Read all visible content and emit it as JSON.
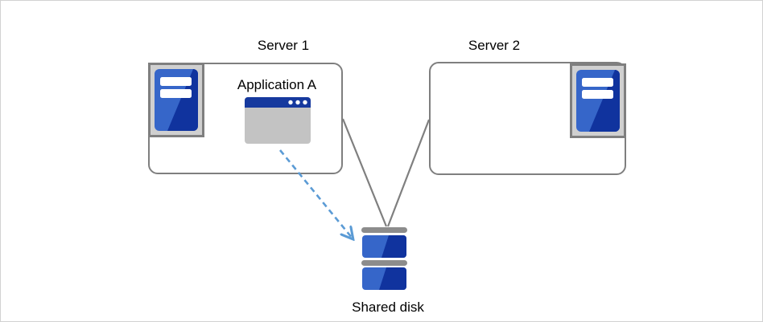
{
  "page": {
    "background": "#ffffff",
    "border_color": "#d2d2d2"
  },
  "diagram": {
    "server1": {
      "label": "Server 1",
      "application_label": "Application A"
    },
    "server2": {
      "label": "Server 2"
    },
    "shared_disk": {
      "label": "Shared disk"
    },
    "connections": [
      {
        "from": "server1-box",
        "to": "shared-disk-icon",
        "style": "solid-gray"
      },
      {
        "from": "server2-box",
        "to": "shared-disk-icon",
        "style": "solid-gray"
      },
      {
        "from": "app-window-icon",
        "to": "shared-disk-icon",
        "style": "dashed-blue-arrow"
      }
    ]
  },
  "icons": {
    "server1_tower": "server-tower-icon",
    "server2_tower": "server-tower-icon",
    "application_window": "app-window-icon",
    "shared_disk": "disk-stack-icon",
    "dashed_arrow": "dashed-arrow-icon"
  },
  "colors": {
    "box_border": "#7f7f7f",
    "connector_line": "#7f7f7f",
    "icon_frame_fill": "#d0d0d0",
    "icon_frame_border": "#7f7f7f",
    "blue_light": "#3666c9",
    "blue_dark": "#10339e",
    "window_titlebar": "#16399e",
    "window_body": "#c3c3c3",
    "disk_bar_gray": "#8c8c8c",
    "arrow_blue": "#5b9bd5",
    "text": "#000000"
  }
}
